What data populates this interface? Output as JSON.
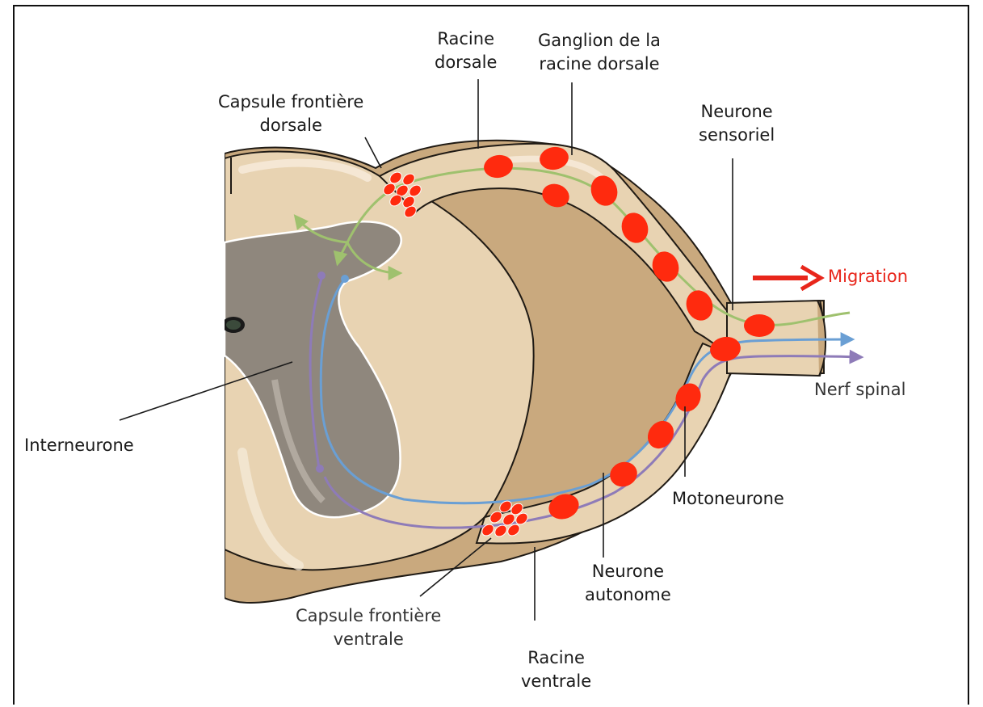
{
  "labels": {
    "racine_dorsale": [
      "Racine",
      "dorsale"
    ],
    "ganglion": [
      "Ganglion de la",
      "racine dorsale"
    ],
    "capsule_dorsale": [
      "Capsule frontière",
      "dorsale"
    ],
    "neurone_sensoriel": [
      "Neurone",
      "sensoriel"
    ],
    "migration": "Migration",
    "nerf_spinal": "Nerf spinal",
    "interneurone": "Interneurone",
    "motoneurone": "Motoneurone",
    "neurone_autonome": [
      "Neurone",
      "autonome"
    ],
    "capsule_ventrale": [
      "Capsule frontière",
      "ventrale"
    ],
    "racine_ventrale": [
      "Racine",
      "ventrale"
    ]
  },
  "colors": {
    "tissue": "#e8d3b2",
    "tissue_outline": "#1f1a14",
    "tissue_shadow": "#c9a97e",
    "gray_matter": "#8f877d",
    "cell": "#ff2a0e",
    "sensory_axon": "#9fc16e",
    "motor_axon": "#6a9fd4",
    "autonomic_axon": "#8e7bb8",
    "migration_arrow": "#e8261b"
  }
}
